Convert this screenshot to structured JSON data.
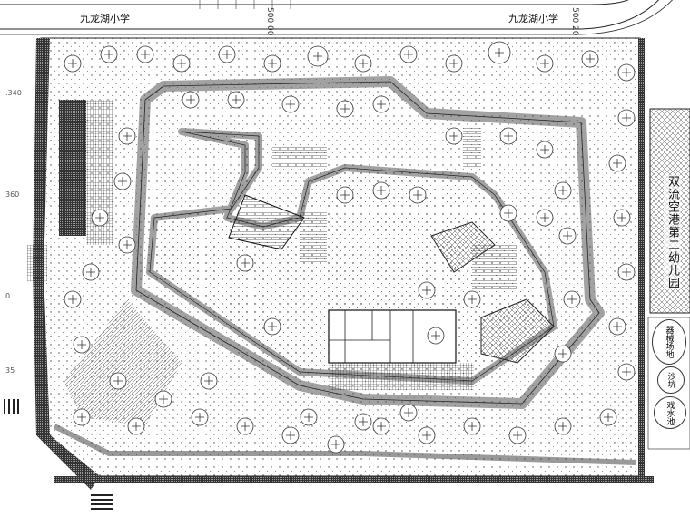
{
  "road": {
    "school_label_left": "九龙湖小学",
    "school_label_right": "九龙湖小学",
    "elevation_left": "500.00",
    "elevation_right": "500.20"
  },
  "left_margin": {
    "values": [
      ".340",
      "360",
      "0",
      "35"
    ]
  },
  "right_side": {
    "kindergarten": "双流空港第二幼儿园",
    "equipment_area": "器械场地",
    "sandpit": "沙坑",
    "water_pool": "戏水池"
  },
  "colors": {
    "line": "#222222",
    "background": "#ffffff"
  }
}
